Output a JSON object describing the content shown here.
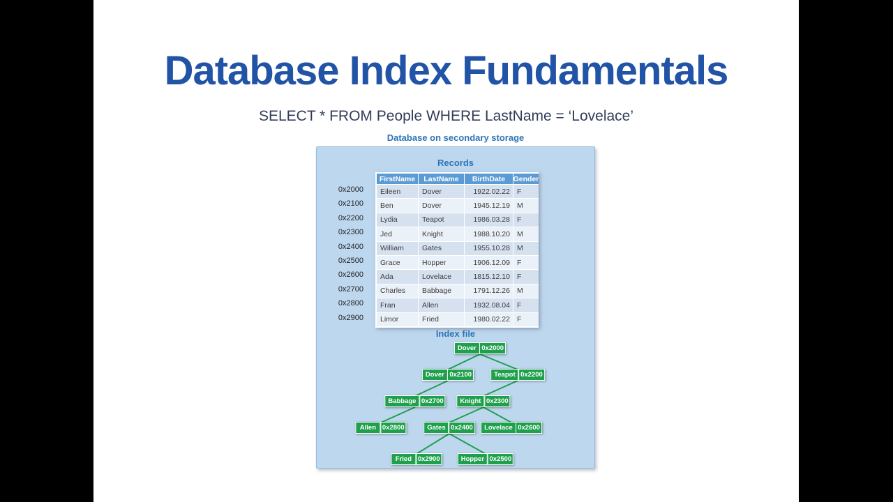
{
  "slide": {
    "title": "Database Index Fundamentals",
    "subtitle": "SELECT * FROM People WHERE LastName = ‘Lovelace’",
    "storage_label": "Database on secondary storage"
  },
  "records_table": {
    "title": "Records",
    "headers": [
      "FirstName",
      "LastName",
      "BirthDate",
      "Gender"
    ],
    "rows": [
      {
        "address": "0x2000",
        "first_name": "Eileen",
        "last_name": "Dover",
        "birth_date": "1922.02.22",
        "gender": "F"
      },
      {
        "address": "0x2100",
        "first_name": "Ben",
        "last_name": "Dover",
        "birth_date": "1945.12.19",
        "gender": "M"
      },
      {
        "address": "0x2200",
        "first_name": "Lydia",
        "last_name": "Teapot",
        "birth_date": "1986.03.28",
        "gender": "F"
      },
      {
        "address": "0x2300",
        "first_name": "Jed",
        "last_name": "Knight",
        "birth_date": "1988.10.20",
        "gender": "M"
      },
      {
        "address": "0x2400",
        "first_name": "William",
        "last_name": "Gates",
        "birth_date": "1955.10.28",
        "gender": "M"
      },
      {
        "address": "0x2500",
        "first_name": "Grace",
        "last_name": "Hopper",
        "birth_date": "1906.12.09",
        "gender": "F"
      },
      {
        "address": "0x2600",
        "first_name": "Ada",
        "last_name": "Lovelace",
        "birth_date": "1815.12.10",
        "gender": "F"
      },
      {
        "address": "0x2700",
        "first_name": "Charles",
        "last_name": "Babbage",
        "birth_date": "1791.12.26",
        "gender": "M"
      },
      {
        "address": "0x2800",
        "first_name": "Fran",
        "last_name": "Allen",
        "birth_date": "1932.08.04",
        "gender": "F"
      },
      {
        "address": "0x2900",
        "first_name": "Limor",
        "last_name": "Fried",
        "birth_date": "1980.02.22",
        "gender": "F"
      }
    ]
  },
  "index_tree": {
    "title": "Index file",
    "nodes": [
      {
        "key": "Dover",
        "address": "0x2000",
        "parent": null
      },
      {
        "key": "Dover",
        "address": "0x2100",
        "parent": "0x2000"
      },
      {
        "key": "Teapot",
        "address": "0x2200",
        "parent": "0x2000"
      },
      {
        "key": "Babbage",
        "address": "0x2700",
        "parent": "0x2100"
      },
      {
        "key": "Knight",
        "address": "0x2300",
        "parent": "0x2200"
      },
      {
        "key": "Allen",
        "address": "0x2800",
        "parent": "0x2700"
      },
      {
        "key": "Gates",
        "address": "0x2400",
        "parent": "0x2300"
      },
      {
        "key": "Lovelace",
        "address": "0x2600",
        "parent": "0x2300"
      },
      {
        "key": "Fried",
        "address": "0x2900",
        "parent": "0x2400"
      },
      {
        "key": "Hopper",
        "address": "0x2500",
        "parent": "0x2400"
      }
    ]
  },
  "colors": {
    "title_blue": "#2153a6",
    "subtitle_navy": "#313d58",
    "label_blue": "#2e75b6",
    "panel_bg": "#bdd7ee",
    "table_header_bg": "#5b9bd5",
    "row_band_dark": "#d6e1f0",
    "row_band_light": "#ebf1f8",
    "node_green": "#1ea04d",
    "letterbox": "#000000"
  }
}
